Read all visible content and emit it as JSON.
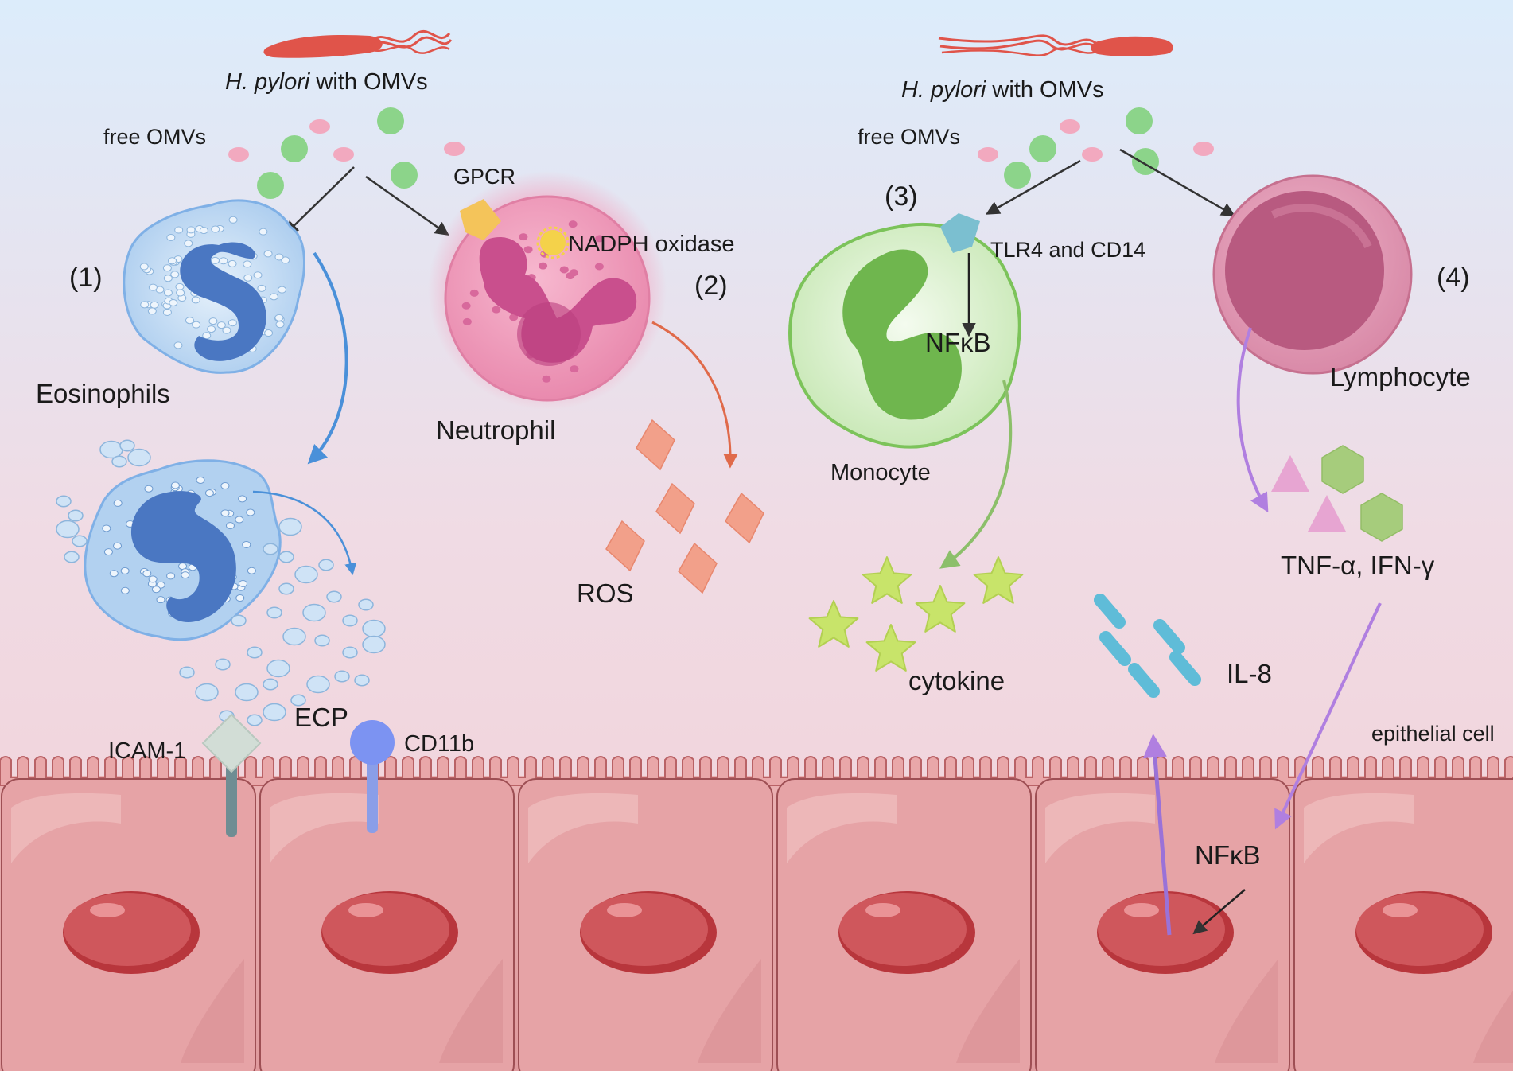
{
  "labels": {
    "hp_left_species": "H. pylori",
    "hp_left_suffix": " with OMVs",
    "hp_right_species": "H. pylori",
    "hp_right_suffix": " with OMVs",
    "free_omvs_left": "free OMVs",
    "free_omvs_right": "free OMVs",
    "gpcr": "GPCR",
    "nadph": "NADPH oxidase",
    "num1": "(1)",
    "num2": "(2)",
    "num3": "(3)",
    "num4": "(4)",
    "eosinophils": "Eosinophils",
    "neutrophil": "Neutrophil",
    "monocyte": "Monocyte",
    "lymphocyte": "Lymphocyte",
    "tlr4": "TLR4 and CD14",
    "nfkb_mono": "NFκB",
    "nfkb_cell": "NFκB",
    "ros": "ROS",
    "cytokine": "cytokine",
    "il8": "IL-8",
    "tnf": "TNF-α, IFN-γ",
    "ecp": "ECP",
    "icam": "ICAM-1",
    "cd11b": "CD11b",
    "epithelial": "epithelial cell"
  },
  "colors": {
    "bg_top": "#dfeefb",
    "bg_bottom": "#f3d2d8",
    "bacterium": "#e0544a",
    "omv_green": "#8cd48a",
    "omv_pink": "#f2a9bf",
    "eosinophil_nucleus": "#4a77c2",
    "eosinophil_body": "#cfe3f6",
    "neutrophil_body": "#ef9fbc",
    "neutrophil_nucleus": "#c94f8d",
    "monocyte_body": "#e3f3d8",
    "monocyte_nucleus": "#6fb64e",
    "lymphocyte_body": "#e08fae",
    "lymphocyte_nucleus": "#b85a80",
    "ros": "#f2a08a",
    "cytokine_star": "#c8e46a",
    "il8": "#5fbcd8",
    "tnf_triangle": "#e7a5d2",
    "ifn_hexagon": "#a6cc7c",
    "epithelium": "#e9a7a9",
    "epithelium_nucleus": "#c8474d",
    "arrow_dark": "#333333",
    "arrow_blue": "#4a90d9",
    "arrow_orange": "#e06a4a",
    "arrow_green": "#8cbf6a",
    "arrow_purple": "#b07fe0",
    "icam": "#d2ddd6",
    "cd11b": "#7c93f2"
  },
  "icons": {
    "bacterium": "h-pylori-bacterium-icon",
    "eosinophil": "eosinophil-cell-icon",
    "neutrophil": "neutrophil-cell-icon",
    "monocyte": "monocyte-cell-icon",
    "lymphocyte": "lymphocyte-cell-icon"
  }
}
